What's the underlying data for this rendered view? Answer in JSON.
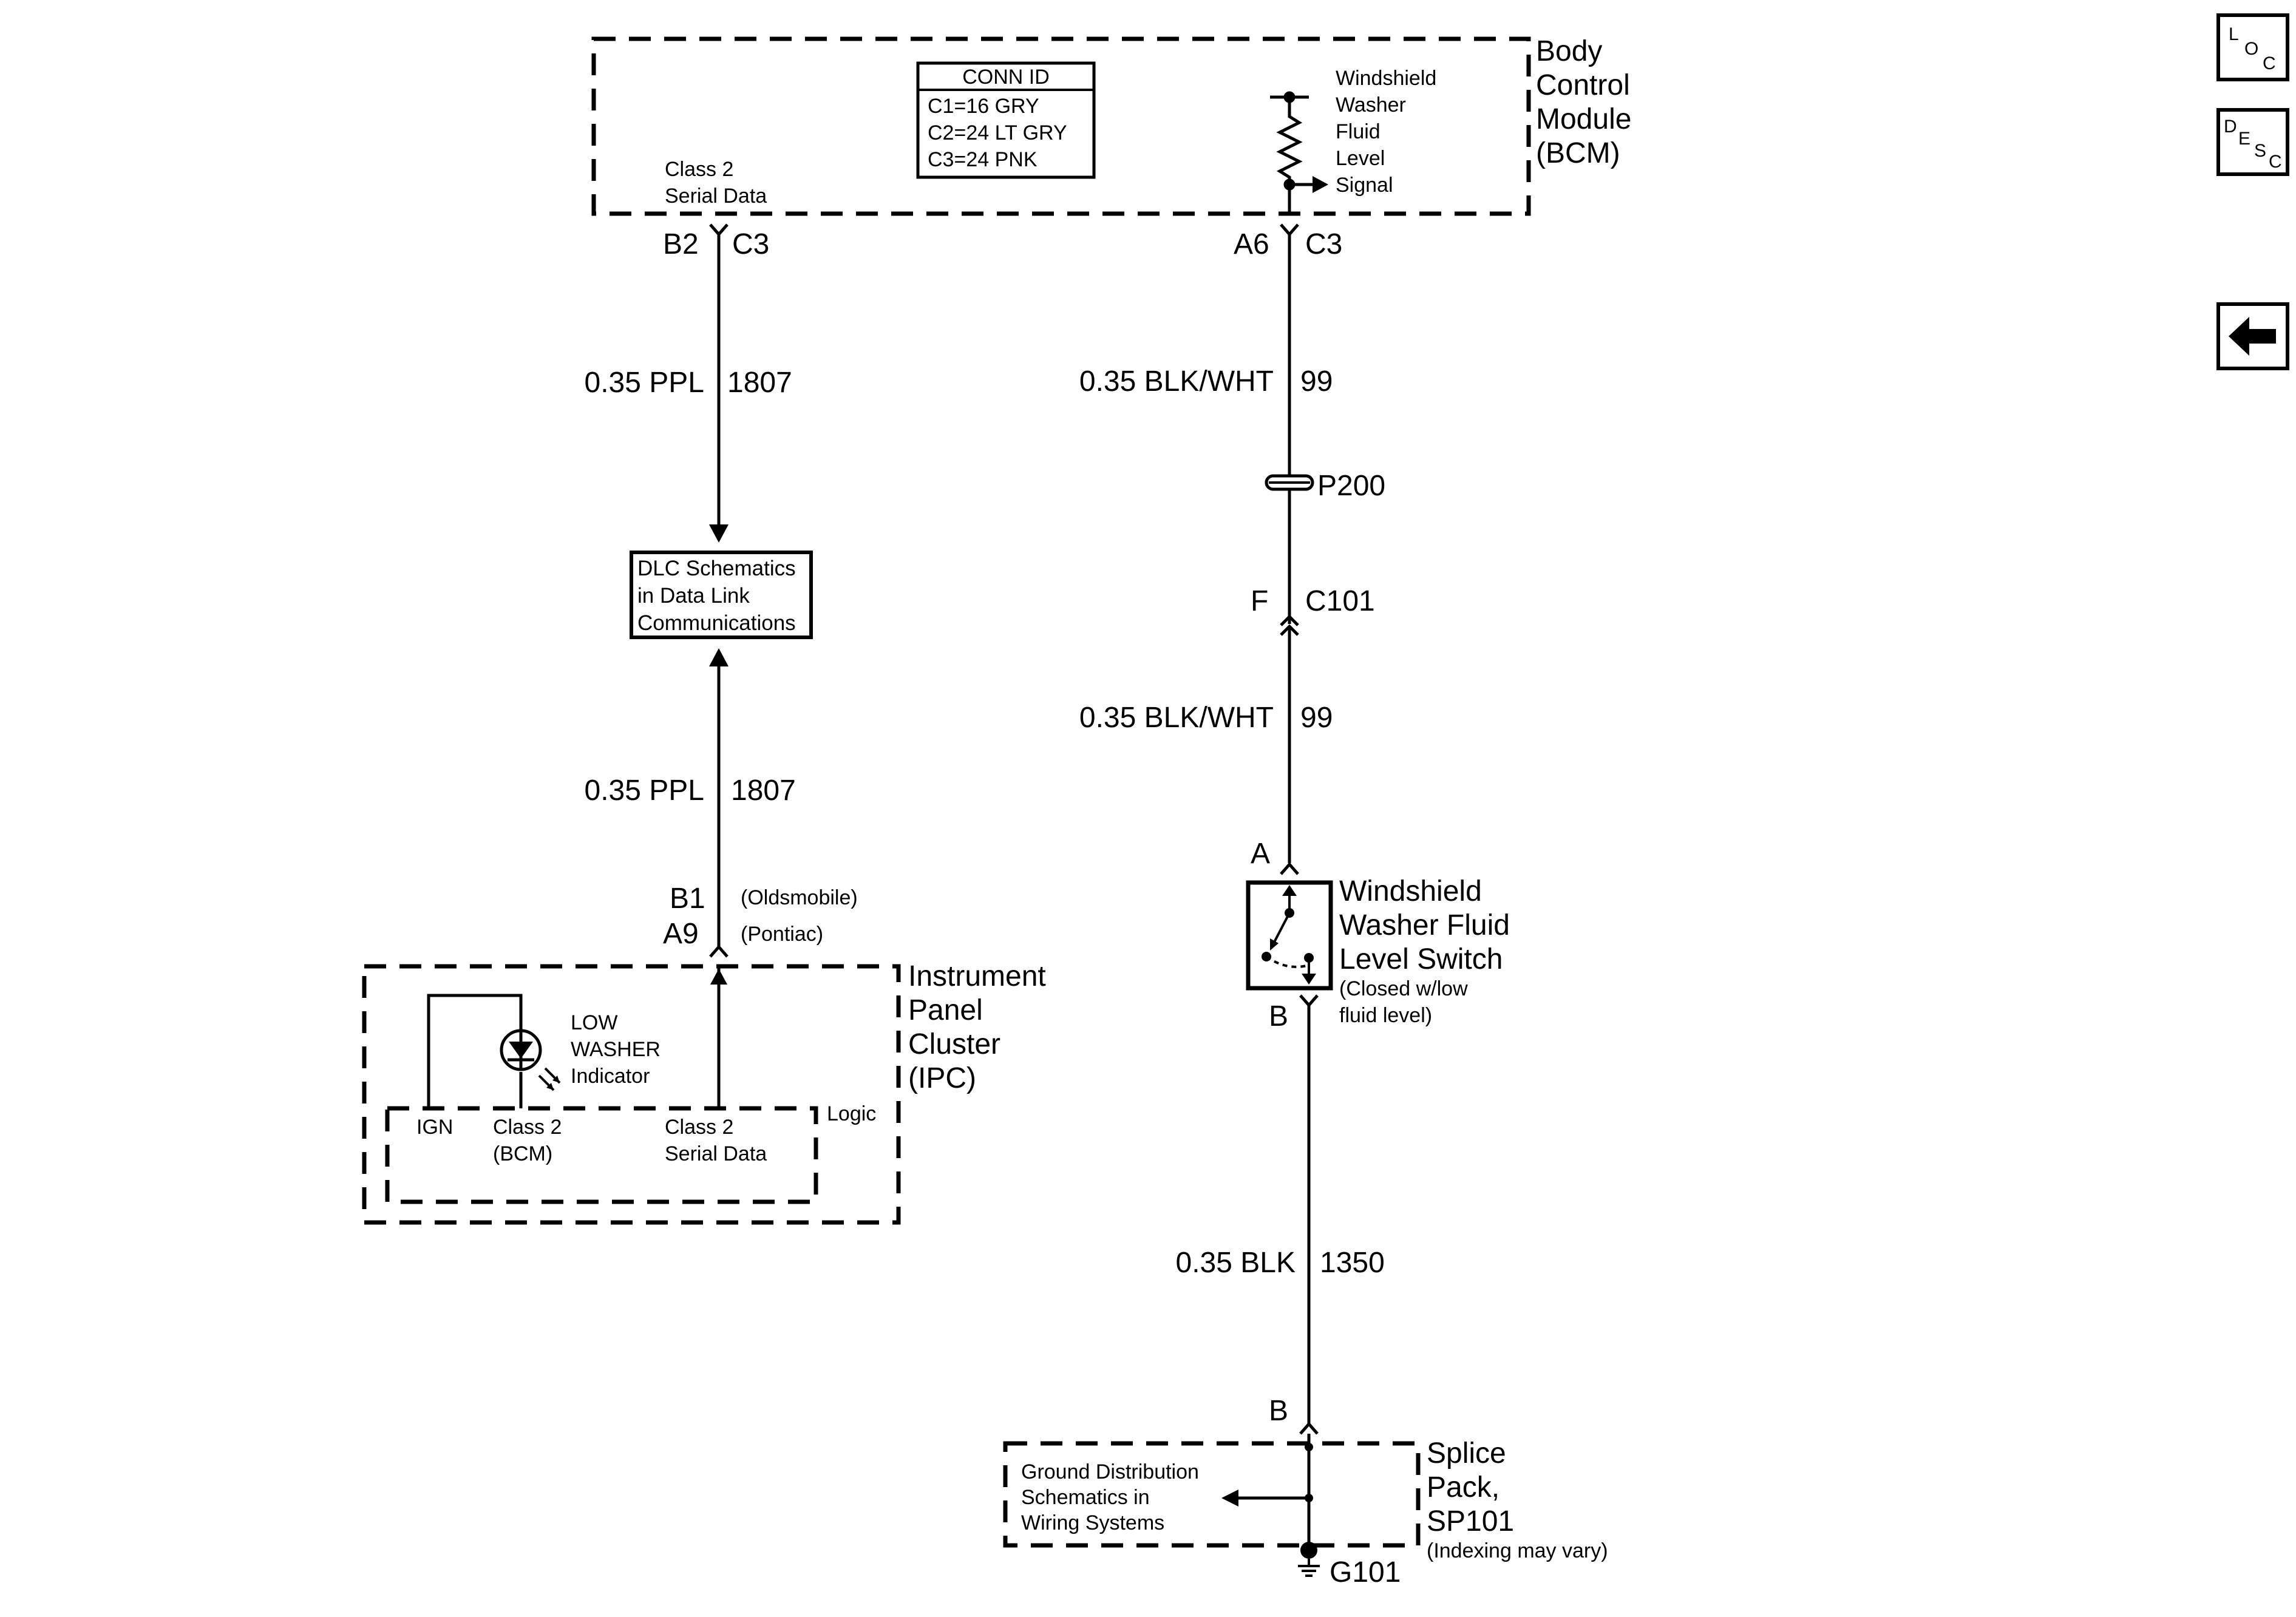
{
  "nav": {
    "loc": {
      "l1": "L",
      "l2": "O",
      "l3": "C"
    },
    "desc": {
      "l1": "D",
      "l2": "E",
      "l3": "S",
      "l4": "C"
    },
    "back_icon": "left-arrow-icon"
  },
  "bcm": {
    "name": [
      "Body",
      "Control",
      "Module",
      "(BCM)"
    ],
    "conn_id": {
      "title": "CONN ID",
      "rows": [
        "C1=16 GRY",
        "C2=24 LT GRY",
        "C3=24 PNK"
      ]
    },
    "class2": [
      "Class 2",
      "Serial Data"
    ],
    "signal": [
      "Windshield",
      "Washer",
      "Fluid",
      "Level",
      "Signal"
    ]
  },
  "left_circuit": {
    "pin_top_a": "B2",
    "pin_top_b": "C3",
    "wire1_gauge": "0.35 PPL",
    "wire1_num": "1807",
    "dlc_box": [
      "DLC Schematics",
      "in Data Link",
      "Communications"
    ],
    "wire2_gauge": "0.35 PPL",
    "wire2_num": "1807",
    "pin_b1": "B1",
    "pin_b1_note": "(Oldsmobile)",
    "pin_a9": "A9",
    "pin_a9_note": "(Pontiac)"
  },
  "ipc": {
    "name": [
      "Instrument",
      "Panel",
      "Cluster",
      "(IPC)"
    ],
    "indicator": [
      "LOW",
      "WASHER",
      "Indicator"
    ],
    "logic": "Logic",
    "ign": "IGN",
    "class2_bcm": [
      "Class 2",
      "(BCM)"
    ],
    "class2_sd": [
      "Class 2",
      "Serial Data"
    ]
  },
  "right_circuit": {
    "pin_top_a": "A6",
    "pin_top_b": "C3",
    "wire1_gauge": "0.35 BLK/WHT",
    "wire1_num": "99",
    "p200": "P200",
    "c101_pin": "F",
    "c101": "C101",
    "wire2_gauge": "0.35 BLK/WHT",
    "wire2_num": "99",
    "switch_pin_a": "A",
    "switch_name": [
      "Windshield",
      "Washer Fluid",
      "Level Switch"
    ],
    "switch_note": [
      "(Closed w/low",
      "fluid level)"
    ],
    "switch_pin_b": "B",
    "wire3_gauge": "0.35 BLK",
    "wire3_num": "1350"
  },
  "splice": {
    "pin": "B",
    "name": [
      "Splice",
      "Pack,",
      "SP101"
    ],
    "note": "(Indexing may vary)",
    "ground_box": [
      "Ground Distribution",
      "Schematics in",
      "Wiring Systems"
    ],
    "ground": "G101"
  }
}
